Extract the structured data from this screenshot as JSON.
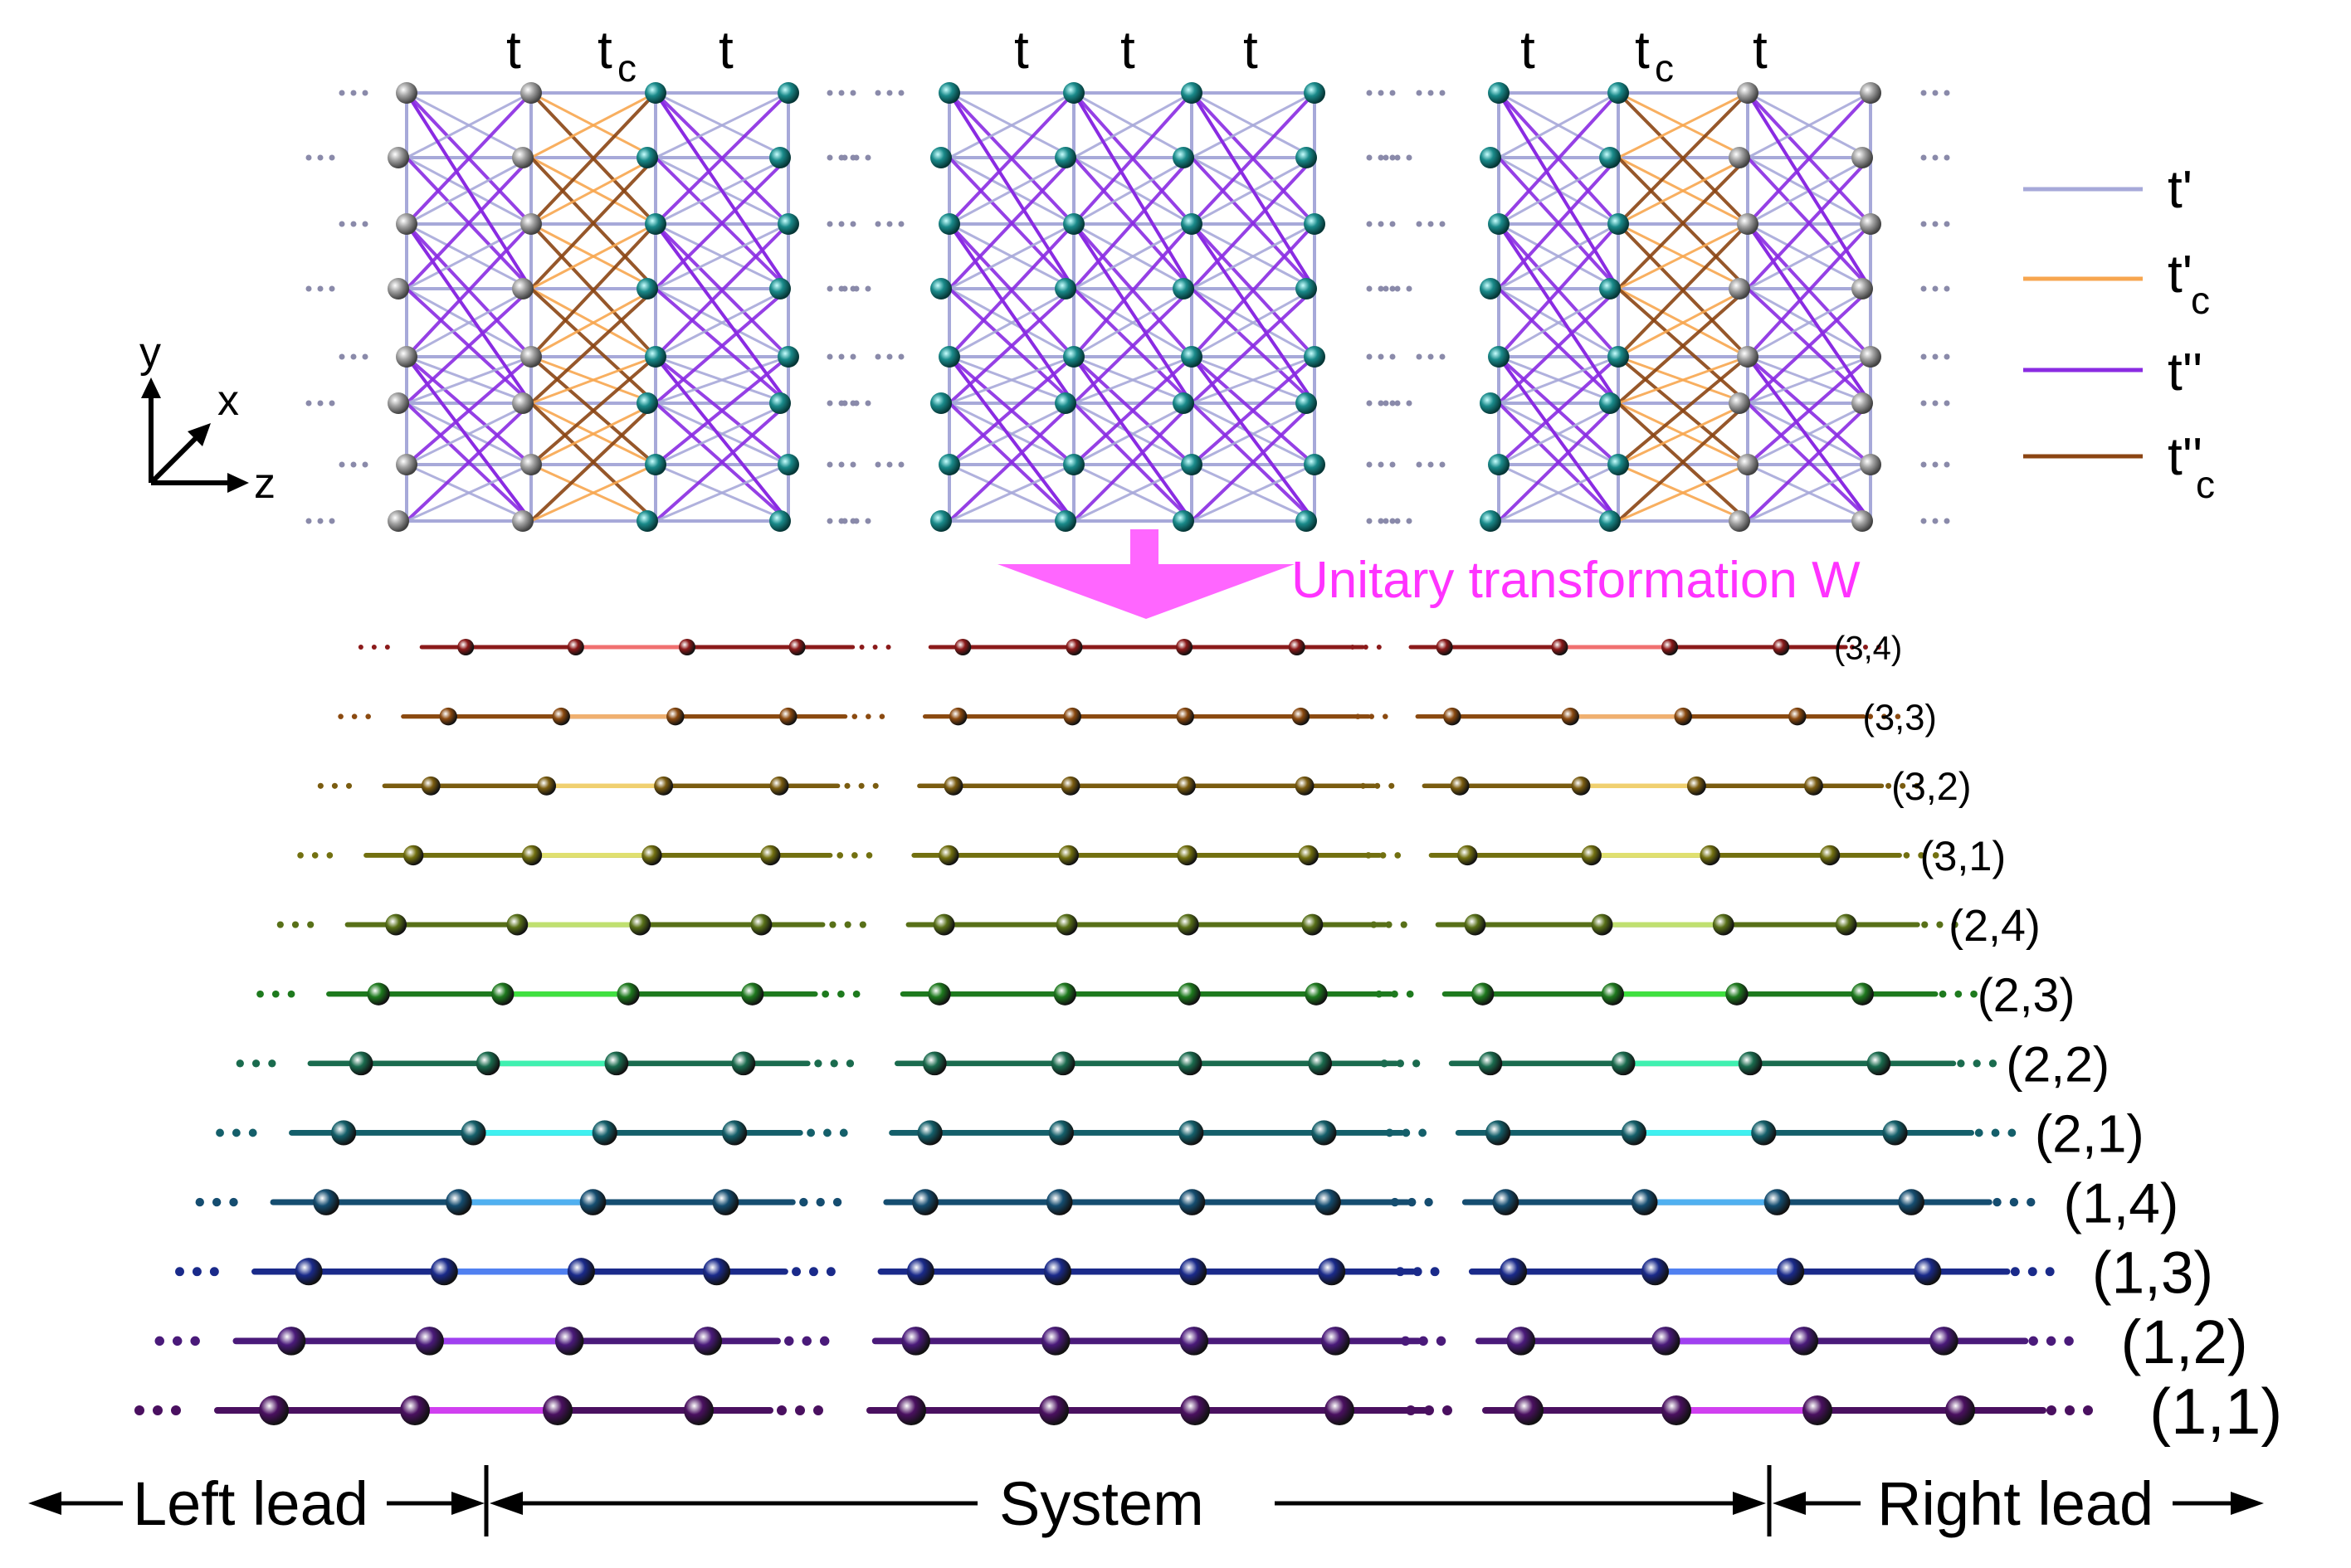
{
  "top": {
    "hop_labels_left": [
      "t",
      "t",
      "t"
    ],
    "hop_labels_center": [
      "t",
      "t",
      "t"
    ],
    "hop_labels_right": [
      "t",
      "t",
      "t"
    ],
    "subscript_c": "c",
    "axes": {
      "y": "y",
      "x": "x",
      "z": "z"
    },
    "legend": [
      {
        "main": "t",
        "prime": "'",
        "sub": "",
        "color": "#a7a9d9"
      },
      {
        "main": "t",
        "prime": "'",
        "sub": "c",
        "color": "#f7a64f"
      },
      {
        "main": "t",
        "prime": "''",
        "sub": "",
        "color": "#8a2be2"
      },
      {
        "main": "t",
        "prime": "''",
        "sub": "c",
        "color": "#8b4513"
      }
    ]
  },
  "transformation_label": "Unitary transformation W",
  "chains": [
    {
      "label": "(3,4)",
      "color": "#8b1a1a",
      "coupling": "#f07070"
    },
    {
      "label": "(3,3)",
      "color": "#8b4a10",
      "coupling": "#f0b070"
    },
    {
      "label": "(3,2)",
      "color": "#7a5c10",
      "coupling": "#f0d070"
    },
    {
      "label": "(3,1)",
      "color": "#727010",
      "coupling": "#e0e070"
    },
    {
      "label": "(2,4)",
      "color": "#587018",
      "coupling": "#c0e070"
    },
    {
      "label": "(2,3)",
      "color": "#1e7a1e",
      "coupling": "#40e040"
    },
    {
      "label": "(2,2)",
      "color": "#1a6b4e",
      "coupling": "#40f0b0"
    },
    {
      "label": "(2,1)",
      "color": "#145f6a",
      "coupling": "#40f0f0"
    },
    {
      "label": "(1,4)",
      "color": "#154d70",
      "coupling": "#50b0f0"
    },
    {
      "label": "(1,3)",
      "color": "#1a2a8a",
      "coupling": "#5080f0"
    },
    {
      "label": "(1,2)",
      "color": "#4a1a7a",
      "coupling": "#a040f0"
    },
    {
      "label": "(1,1)",
      "color": "#4a1060",
      "coupling": "#d040f0"
    }
  ],
  "regions": {
    "left": "Left lead",
    "system": "System",
    "right": "Right lead"
  },
  "colors": {
    "arrow_magenta": "#ff66ff",
    "lattice_gray_atom": "#8a8a8a",
    "lattice_teal_atom": "#1a7a7a"
  }
}
